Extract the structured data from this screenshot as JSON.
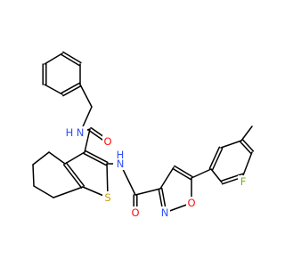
{
  "atoms": {
    "n_amide_top": {
      "label": "N",
      "sub": "H",
      "color": "#3050F8"
    },
    "o_amide_top": {
      "label": "O",
      "color": "#FF0D0D"
    },
    "n_amide_mid": {
      "label": "N",
      "sub": "H",
      "color": "#3050F8"
    },
    "s_thiophene": {
      "label": "S",
      "color": "#C8A000"
    },
    "o_amide_bottom": {
      "label": "O",
      "color": "#FF0D0D"
    },
    "n_isoxazole": {
      "label": "N",
      "color": "#3050F8"
    },
    "o_isoxazole": {
      "label": "O",
      "color": "#FF0D0D"
    },
    "f_fluoro": {
      "label": "F",
      "color": "#7AAE1C"
    }
  },
  "colors": {
    "bond": "#000000",
    "background": "#ffffff"
  }
}
